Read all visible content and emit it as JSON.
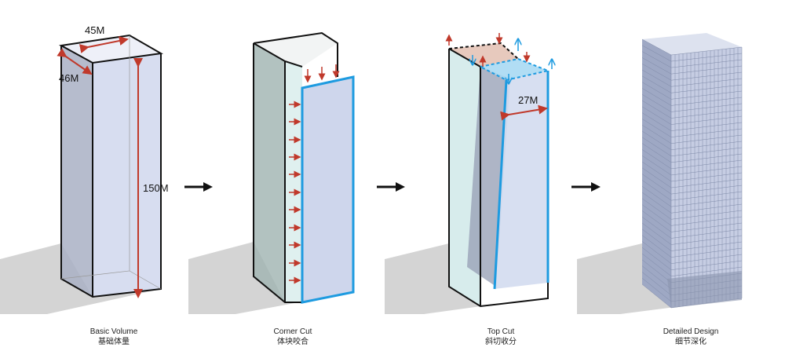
{
  "steps": [
    {
      "title": "Basic Volume",
      "subtitle": "基础体量"
    },
    {
      "title": "Corner Cut",
      "subtitle": "体块咬合"
    },
    {
      "title": "Top Cut",
      "subtitle": "斜切收分"
    },
    {
      "title": "Detailed Design",
      "subtitle": "细节深化"
    }
  ],
  "dimensions": {
    "width": "45M",
    "depth": "46M",
    "height": "150M",
    "top_cut": "27M"
  },
  "colors": {
    "outline": "#111111",
    "cut": "#1e9be0",
    "arrow": "#c0392b",
    "face": "#c9d2ea"
  }
}
